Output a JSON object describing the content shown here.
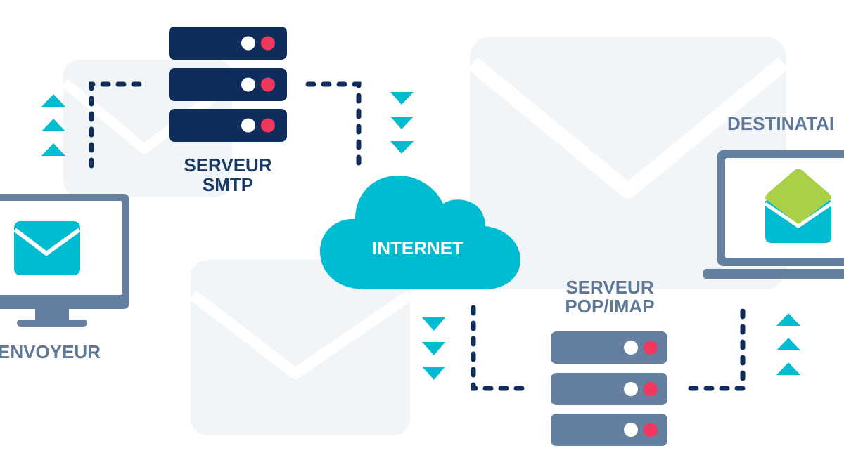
{
  "diagram": {
    "title_hidden": "",
    "nodes": {
      "sender": {
        "label": "ENVOYEUR",
        "icon": "desktop-monitor-with-closed-envelope"
      },
      "smtp": {
        "label_line1": "SERVEUR",
        "label_line2": "SMTP",
        "icon": "server-rack"
      },
      "internet": {
        "label": "INTERNET",
        "icon": "cloud"
      },
      "popimap": {
        "label_line1": "SERVEUR",
        "label_line2": "POP/IMAP",
        "icon": "server-rack"
      },
      "recipient": {
        "label": "DESTINATAI",
        "icon": "laptop-with-open-envelope"
      }
    },
    "flow": [
      {
        "from": "ENVOYEUR",
        "to": "SERVEUR SMTP",
        "arrows": "up"
      },
      {
        "from": "SERVEUR SMTP",
        "to": "INTERNET",
        "arrows": "down"
      },
      {
        "from": "INTERNET",
        "to": "SERVEUR POP/IMAP",
        "arrows": "down"
      },
      {
        "from": "SERVEUR POP/IMAP",
        "to": "DESTINATAIRE",
        "arrows": "up"
      }
    ],
    "colors": {
      "navy": "#0e2d5a",
      "slate": "#647f9f",
      "teal": "#00bcd0",
      "red_dot": "#f0385f",
      "green_flap": "#a9d046",
      "bg_envelope": "#f2f5f7",
      "label_navy": "#173a67",
      "label_slate": "#5f7898"
    }
  }
}
